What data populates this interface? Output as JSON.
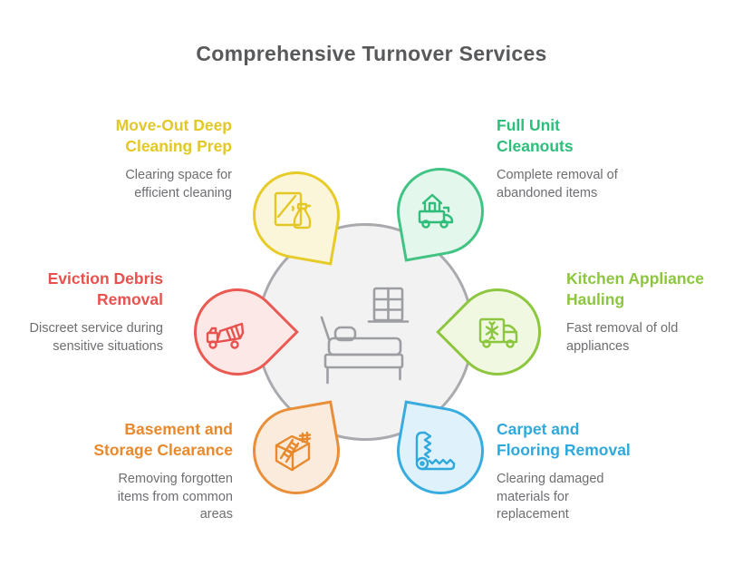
{
  "title": "Comprehensive Turnover Services",
  "title_color": "#58595b",
  "description_color": "#6d6e71",
  "background_color": "#ffffff",
  "center": {
    "icon": "bedroom-bed-window-illustration",
    "fill": "#f2f2f3",
    "stroke": "#a8aaad",
    "line_color": "#9c9ea1"
  },
  "services": [
    {
      "id": "move-out-deep-cleaning-prep",
      "label": "Move-Out Deep\nCleaning Prep",
      "description": "Clearing space for\nefficient cleaning",
      "icon": "window-spray-bottle-icon",
      "color": "#e3c727",
      "stroke": "#e6cb29",
      "fill": "#fbf6da"
    },
    {
      "id": "full-unit-cleanouts",
      "label": "Full Unit\nCleanouts",
      "description": "Complete removal of\nabandoned items",
      "icon": "house-on-truck-icon",
      "color": "#2ebd7b",
      "stroke": "#41c384",
      "fill": "#e3f7ec"
    },
    {
      "id": "eviction-debris-removal",
      "label": "Eviction Debris\nRemoval",
      "description": "Discreet service during\nsensitive situations",
      "icon": "dump-truck-icon",
      "color": "#e8514d",
      "stroke": "#ea5a52",
      "fill": "#fce9e7"
    },
    {
      "id": "kitchen-appliance-hauling",
      "label": "Kitchen Appliance\nHauling",
      "description": "Fast removal of old\nappliances",
      "icon": "refrigerator-truck-icon",
      "color": "#8cc63f",
      "stroke": "#8dc63f",
      "fill": "#f1f8e2"
    },
    {
      "id": "basement-storage-clearance",
      "label": "Basement and\nStorage Clearance",
      "description": "Removing forgotten\nitems from common\nareas",
      "icon": "storage-box-ladder-icon",
      "color": "#e8892e",
      "stroke": "#e98f3a",
      "fill": "#fbebdc"
    },
    {
      "id": "carpet-flooring-removal",
      "label": "Carpet and\nFlooring Removal",
      "description": "Clearing damaged\nmaterials for\nreplacement",
      "icon": "carpet-peel-roll-icon",
      "color": "#2fa8dc",
      "stroke": "#38abdf",
      "fill": "#dff1fb"
    }
  ]
}
